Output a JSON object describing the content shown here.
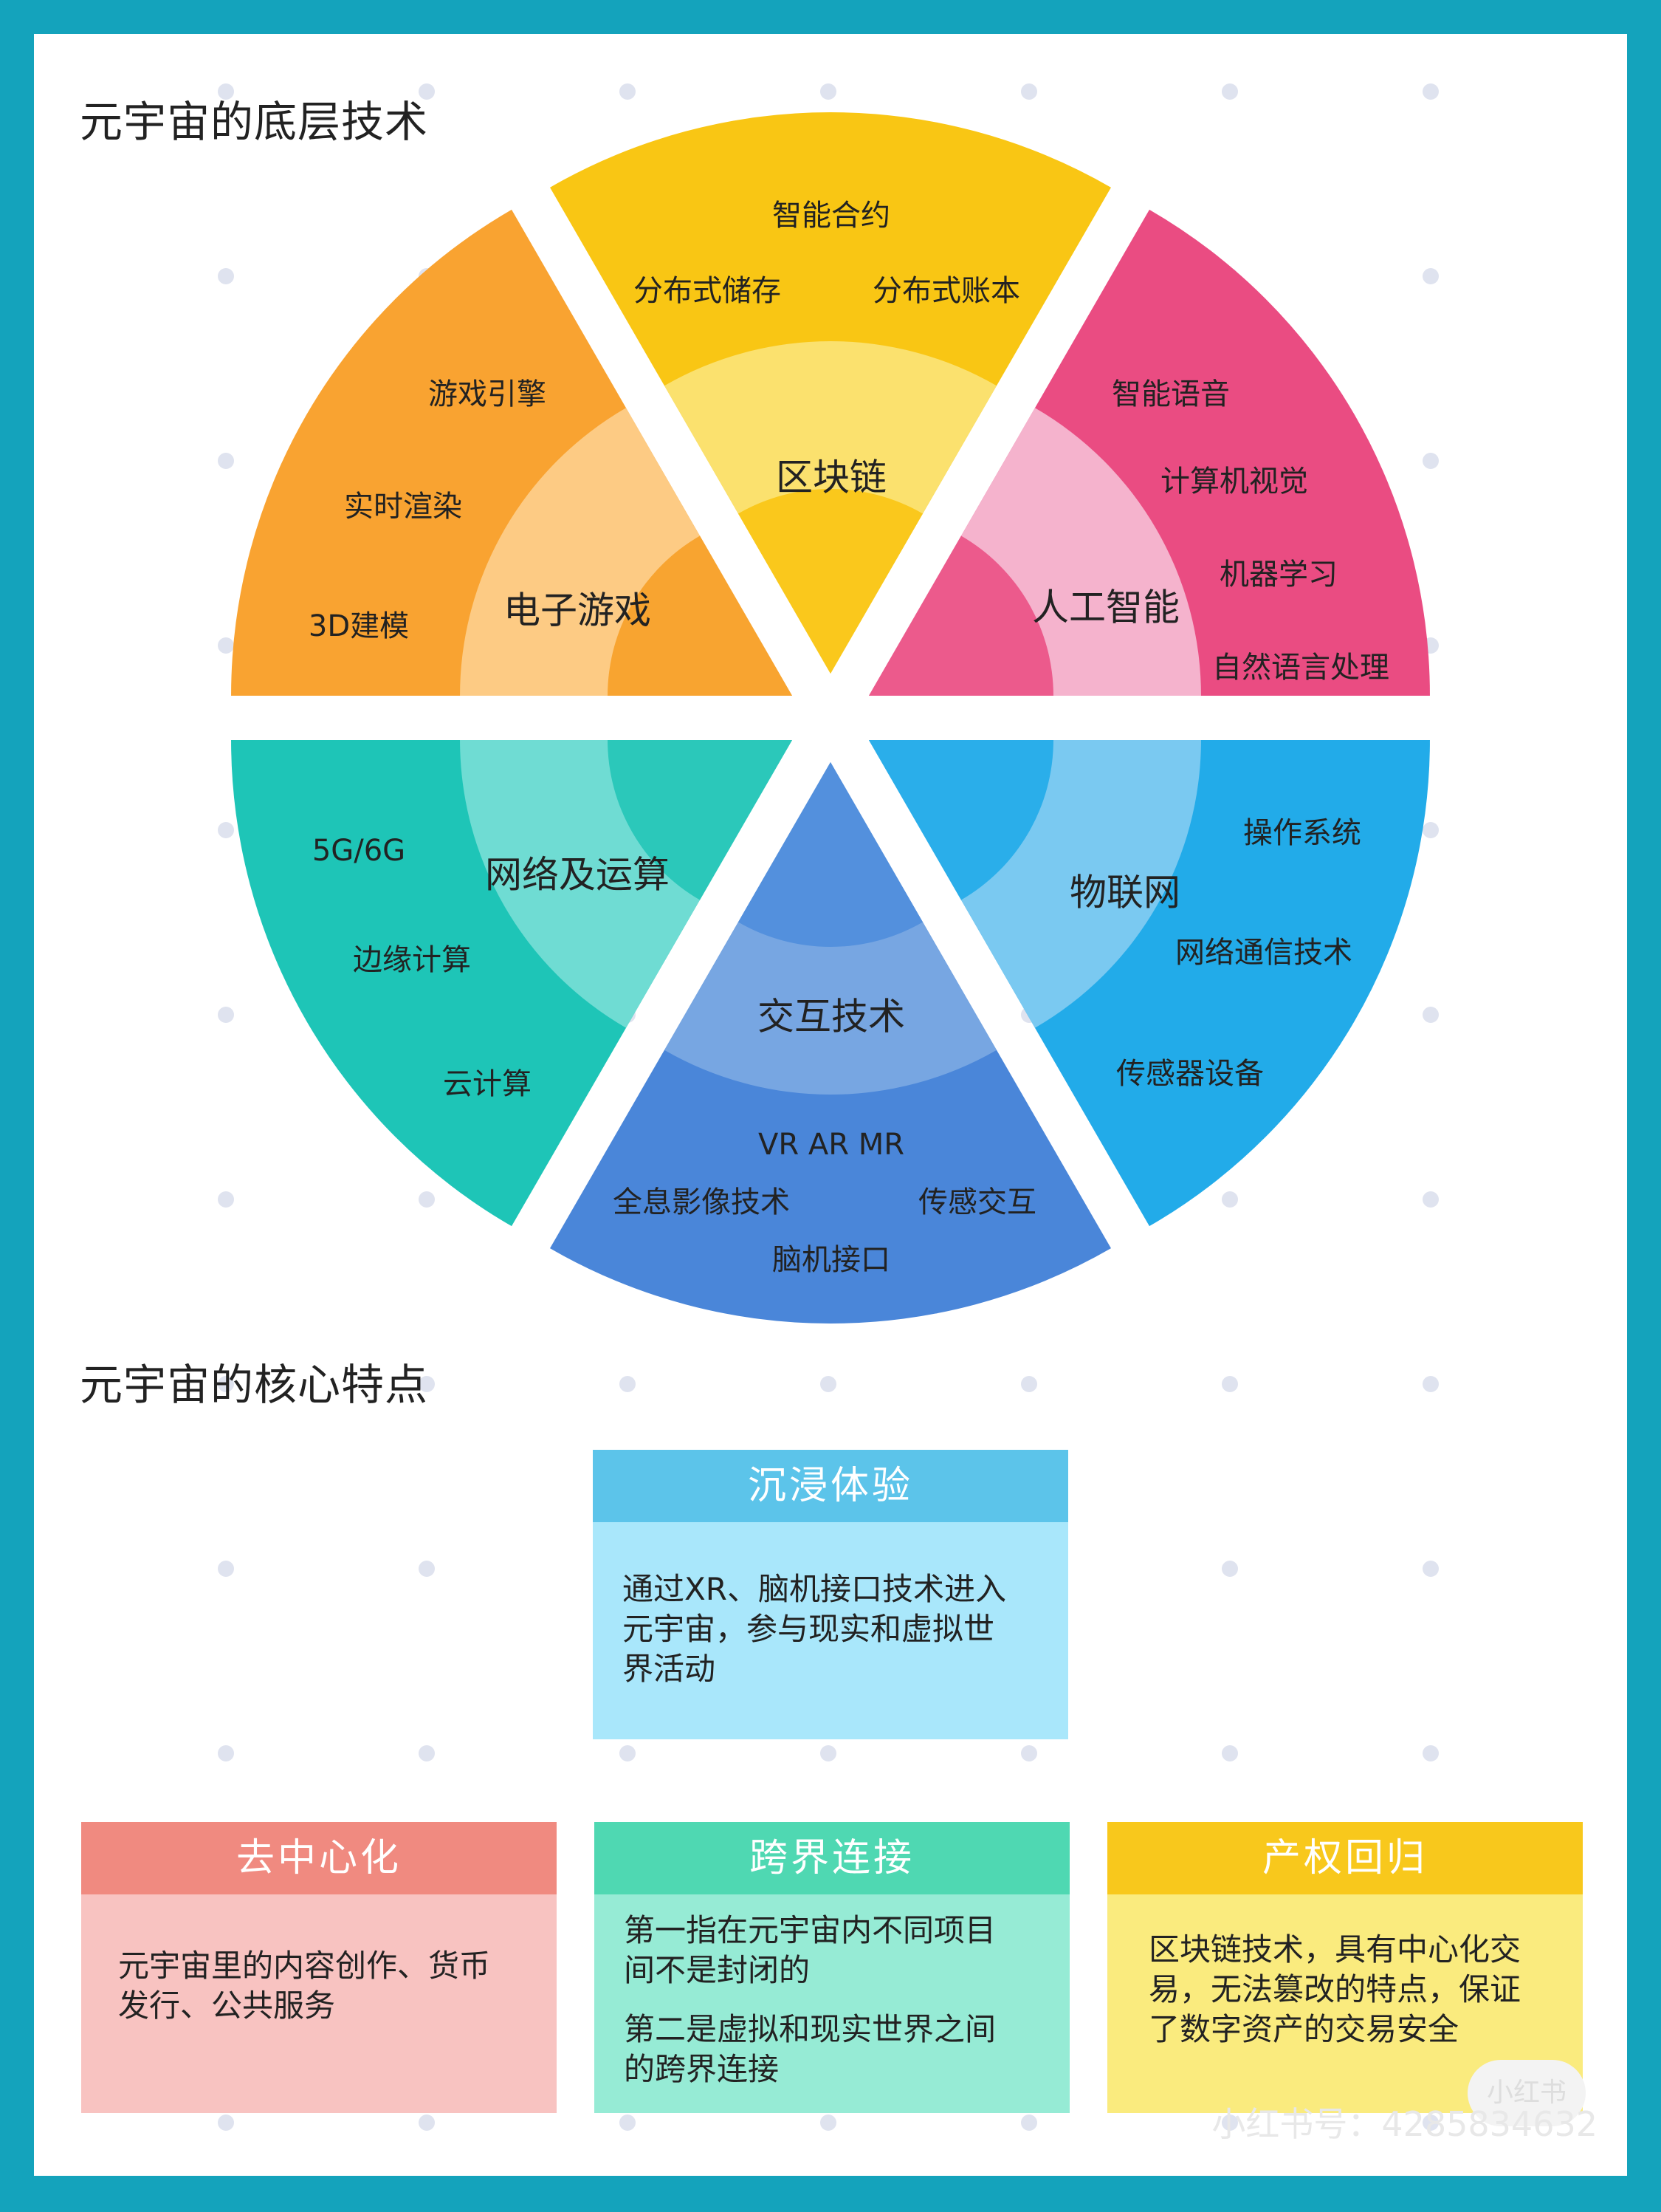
{
  "section1_title": "元宇宙的底层技术",
  "section2_title": "元宇宙的核心特点",
  "wheel": {
    "segments": [
      {
        "id": "blockchain",
        "center": "区块链",
        "items": [
          "智能合约",
          "分布式储存",
          "分布式账本"
        ],
        "colors": {
          "outer": "#f9c614",
          "mid": "#fbe16e",
          "inner": "#fac81c"
        }
      },
      {
        "id": "ai",
        "center": "人工智能",
        "items": [
          "智能语音",
          "计算机视觉",
          "机器学习",
          "自然语言处理"
        ],
        "colors": {
          "outer": "#ea4c82",
          "mid": "#f5b3cd",
          "inner": "#ec5a8c"
        }
      },
      {
        "id": "iot",
        "center": "物联网",
        "items": [
          "操作系统",
          "网络通信技术",
          "传感器设备"
        ],
        "colors": {
          "outer": "#22abe9",
          "mid": "#7ac9f1",
          "inner": "#2aaeea"
        }
      },
      {
        "id": "interaction",
        "center": "交互技术",
        "items": [
          "VR AR MR",
          "全息影像技术",
          "传感交互",
          "脑机接口"
        ],
        "colors": {
          "outer": "#4a86d9",
          "mid": "#77a6e2",
          "inner": "#5390dd"
        }
      },
      {
        "id": "network",
        "center": "网络及运算",
        "items": [
          "5G/6G",
          "边缘计算",
          "云计算"
        ],
        "colors": {
          "outer": "#1ec5b7",
          "mid": "#6fdcd3",
          "inner": "#2bc8ba"
        }
      },
      {
        "id": "gaming",
        "center": "电子游戏",
        "items": [
          "游戏引擎",
          "实时渲染",
          "3D建模"
        ],
        "colors": {
          "outer": "#f9a331",
          "mid": "#fdcb84",
          "inner": "#f8a430"
        }
      }
    ]
  },
  "cards": {
    "immersive": {
      "title": "沉浸体验",
      "lines": [
        "通过XR、脑机接口技术进入",
        "元宇宙，参与现实和虚拟世",
        "界活动"
      ],
      "head_color": "#5cc4ea",
      "body_color": "#a9e7fb"
    },
    "decentral": {
      "title": "去中心化",
      "lines": [
        "元宇宙里的内容创作、货币",
        "发行、公共服务"
      ],
      "head_color": "#f08a80",
      "body_color": "#f8c3c1"
    },
    "crossborder": {
      "title": "跨界连接",
      "p1": [
        "第一指在元宇宙内不同项目",
        "间不是封闭的"
      ],
      "p2": [
        "第二是虚拟和现实世界之间",
        "的跨界连接"
      ],
      "head_color": "#4fd8b2",
      "body_color": "#96ebd5"
    },
    "property": {
      "title": "产权回归",
      "lines": [
        "区块链技术，具有中心化交",
        "易，无法篡改的特点，保证",
        "了数字资产的交易安全"
      ],
      "head_color": "#f8c81c",
      "body_color": "#faeb7e"
    }
  },
  "watermark": {
    "text": "小红书号：4285834632",
    "logo": "小红书"
  }
}
